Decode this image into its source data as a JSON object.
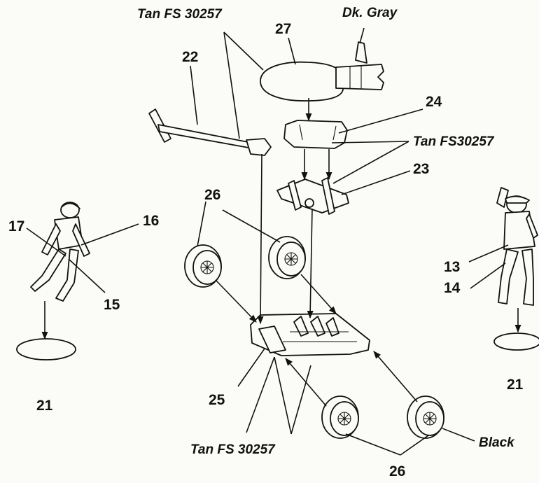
{
  "labels": {
    "tan_top": "Tan FS 30257",
    "dk_gray": "Dk. Gray",
    "tan_mid": "Tan FS30257",
    "tan_bottom": "Tan FS 30257",
    "black": "Black"
  },
  "part_numbers": {
    "p27": "27",
    "p22": "22",
    "p24": "24",
    "p23": "23",
    "p26_top": "26",
    "p16": "16",
    "p17": "17",
    "p15": "15",
    "p13": "13",
    "p14": "14",
    "p21_left": "21",
    "p21_right": "21",
    "p25": "25",
    "p26_bottom": "26"
  }
}
